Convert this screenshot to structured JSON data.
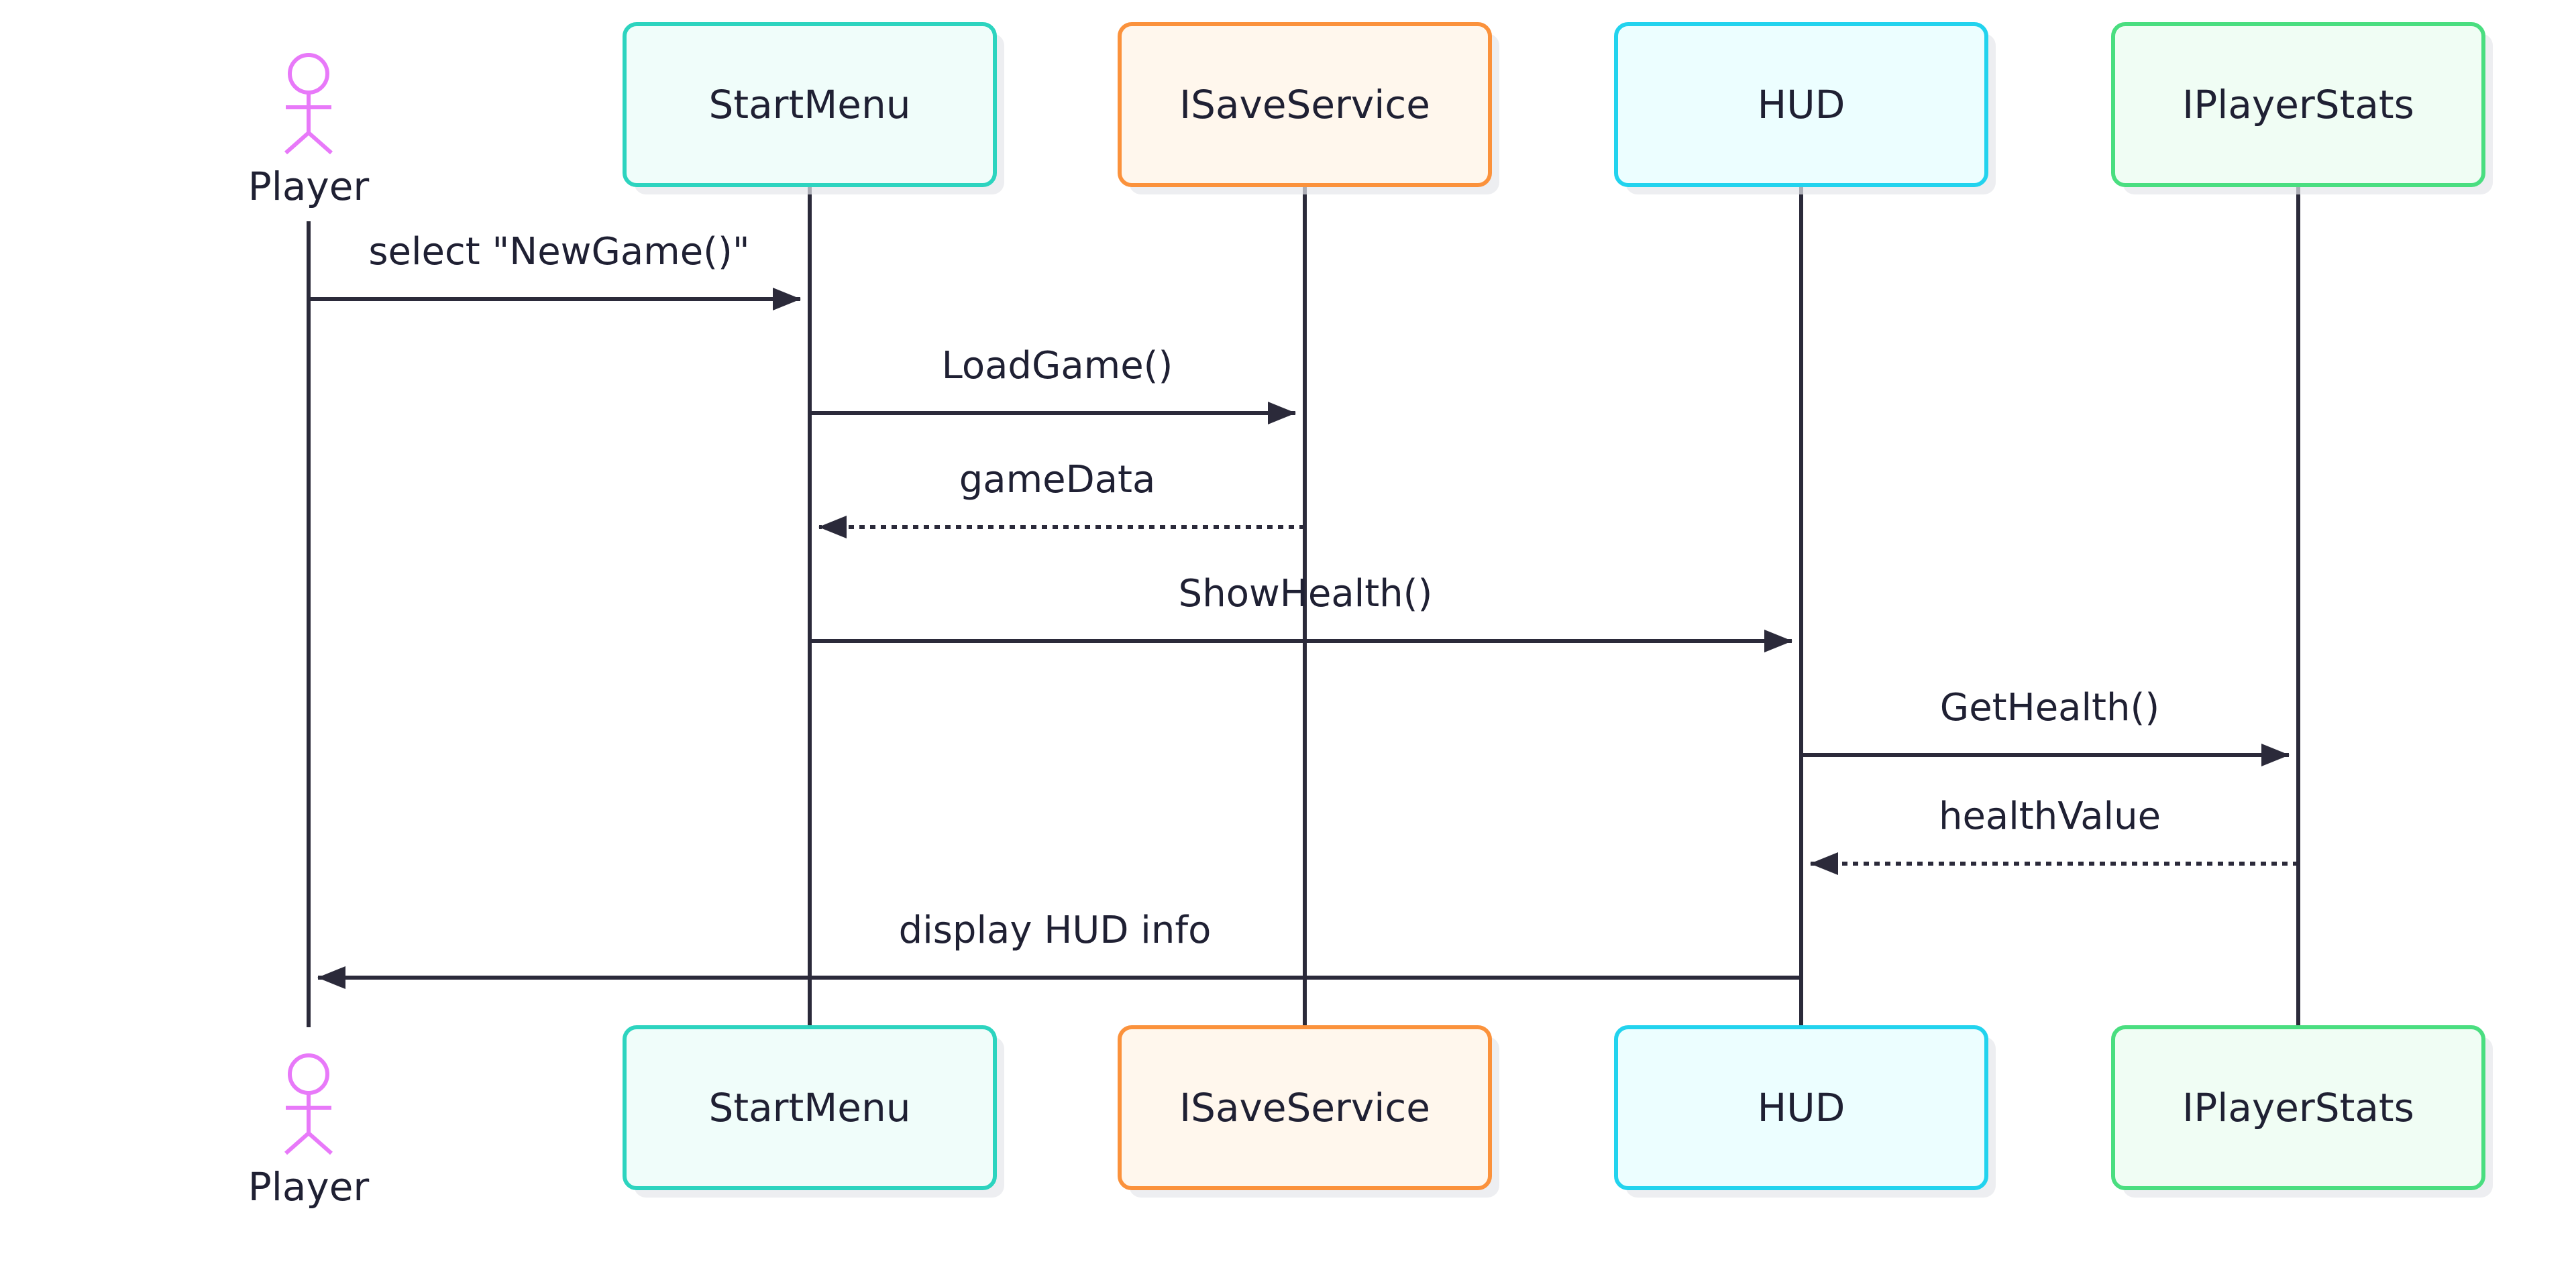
{
  "diagram": {
    "type": "sequence",
    "participants": [
      {
        "id": "player",
        "label": "Player",
        "kind": "actor",
        "color": "#e879f9"
      },
      {
        "id": "startmenu",
        "label": "StartMenu",
        "kind": "box",
        "stroke": "#2dd4bf",
        "fill": "#f0fdfa"
      },
      {
        "id": "isaveservice",
        "label": "ISaveService",
        "kind": "box",
        "stroke": "#fb923c",
        "fill": "#fff7ed"
      },
      {
        "id": "hud",
        "label": "HUD",
        "kind": "box",
        "stroke": "#22d3ee",
        "fill": "#ecfeff"
      },
      {
        "id": "iplayerstats",
        "label": "IPlayerStats",
        "kind": "box",
        "stroke": "#4ade80",
        "fill": "#f0fdf4"
      }
    ],
    "messages": [
      {
        "from": "player",
        "to": "startmenu",
        "label": "select \"NewGame()\"",
        "style": "solid"
      },
      {
        "from": "startmenu",
        "to": "isaveservice",
        "label": "LoadGame()",
        "style": "solid"
      },
      {
        "from": "isaveservice",
        "to": "startmenu",
        "label": "gameData",
        "style": "dotted"
      },
      {
        "from": "startmenu",
        "to": "hud",
        "label": "ShowHealth()",
        "style": "solid"
      },
      {
        "from": "hud",
        "to": "iplayerstats",
        "label": "GetHealth()",
        "style": "solid"
      },
      {
        "from": "iplayerstats",
        "to": "hud",
        "label": "healthValue",
        "style": "dotted"
      },
      {
        "from": "hud",
        "to": "player",
        "label": "display HUD info",
        "style": "solid"
      }
    ],
    "colors": {
      "line": "#2b2a3a",
      "text": "#1f2033",
      "shadow": "#e5e7eb"
    }
  }
}
